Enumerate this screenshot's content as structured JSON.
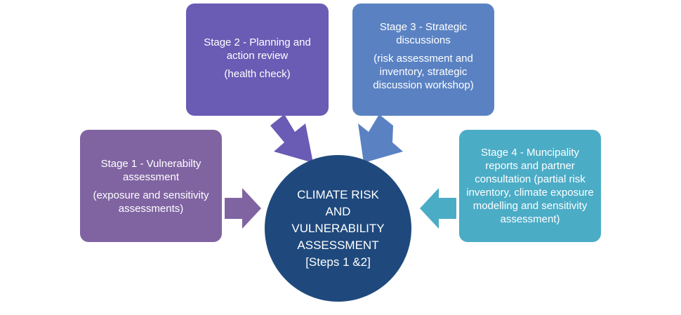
{
  "stages": [
    {
      "title": "Stage 1 - Vulnerabilty assessment",
      "detail": "(exposure and sensitivity assessments)"
    },
    {
      "title": "Stage 2 - Planning and action review",
      "detail": "(health check)"
    },
    {
      "title": "Stage 3 - Strategic discussions",
      "detail": "(risk assessment and inventory, strategic discussion workshop)"
    },
    {
      "title": "Stage 4 - Muncipality reports and partner consultation (partial risk inventory, climate exposure modelling and sensitivity assessment)"
    }
  ],
  "center": {
    "lines": [
      "CLIMATE RISK",
      "AND",
      "VULNERABILITY",
      "ASSESSMENT",
      "[Steps 1 &2]"
    ]
  },
  "colors": {
    "stage1": "#8064a2",
    "stage2": "#6a5bb4",
    "stage3": "#5a82c3",
    "stage4": "#4bacc6",
    "center": "#1f497d"
  }
}
